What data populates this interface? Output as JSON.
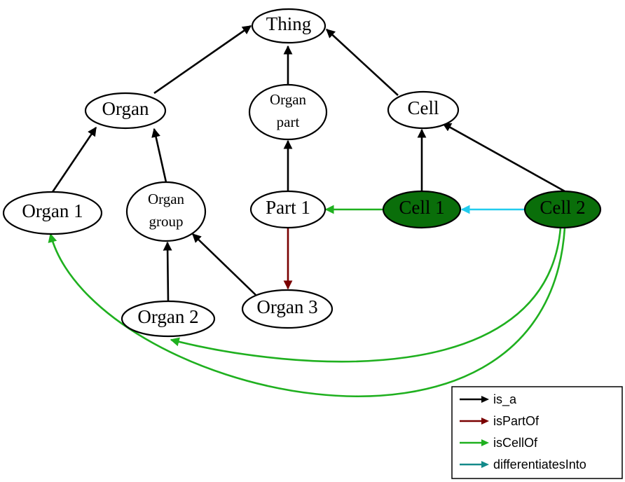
{
  "colors": {
    "is_a": "#000000",
    "isPartOf": "#7a0000",
    "isCellOf": "#1fb01f",
    "differentiatesInto": "#22ccee",
    "legend_differentiatesInto": "#138a8a",
    "highlight_fill": "#0a6e0a",
    "node_fill": "#ffffff"
  },
  "nodes": {
    "thing": {
      "lines": [
        "Thing"
      ]
    },
    "organ": {
      "lines": [
        "Organ"
      ]
    },
    "organ_part": {
      "lines": [
        "Organ",
        "part"
      ]
    },
    "cell": {
      "lines": [
        "Cell"
      ]
    },
    "organ1": {
      "lines": [
        "Organ 1"
      ]
    },
    "organ_group": {
      "lines": [
        "Organ",
        "group"
      ]
    },
    "part1": {
      "lines": [
        "Part 1"
      ]
    },
    "cell1": {
      "lines": [
        "Cell 1"
      ],
      "highlighted": true
    },
    "cell2": {
      "lines": [
        "Cell 2"
      ],
      "highlighted": true
    },
    "organ2": {
      "lines": [
        "Organ 2"
      ]
    },
    "organ3": {
      "lines": [
        "Organ 3"
      ]
    }
  },
  "edges": [
    {
      "from": "organ",
      "to": "thing",
      "relation": "is_a"
    },
    {
      "from": "organ_part",
      "to": "thing",
      "relation": "is_a"
    },
    {
      "from": "cell",
      "to": "thing",
      "relation": "is_a"
    },
    {
      "from": "organ1",
      "to": "organ",
      "relation": "is_a"
    },
    {
      "from": "organ_group",
      "to": "organ",
      "relation": "is_a"
    },
    {
      "from": "part1",
      "to": "organ_part",
      "relation": "is_a"
    },
    {
      "from": "cell1",
      "to": "cell",
      "relation": "is_a"
    },
    {
      "from": "cell2",
      "to": "cell",
      "relation": "is_a"
    },
    {
      "from": "cell1",
      "to": "part1",
      "relation": "isCellOf"
    },
    {
      "from": "cell2",
      "to": "cell1",
      "relation": "differentiatesInto"
    },
    {
      "from": "part1",
      "to": "organ3",
      "relation": "isPartOf"
    },
    {
      "from": "organ2",
      "to": "organ_group",
      "relation": "is_a"
    },
    {
      "from": "organ3",
      "to": "organ_group",
      "relation": "is_a"
    },
    {
      "from": "cell2",
      "to": "organ2",
      "relation": "isCellOf"
    },
    {
      "from": "cell2",
      "to": "organ1",
      "relation": "isCellOf"
    }
  ],
  "legend": [
    {
      "label": "is_a",
      "color_key": "is_a"
    },
    {
      "label": "isPartOf",
      "color_key": "isPartOf"
    },
    {
      "label": "isCellOf",
      "color_key": "isCellOf"
    },
    {
      "label": "differentiatesInto",
      "color_key": "legend_differentiatesInto"
    }
  ]
}
